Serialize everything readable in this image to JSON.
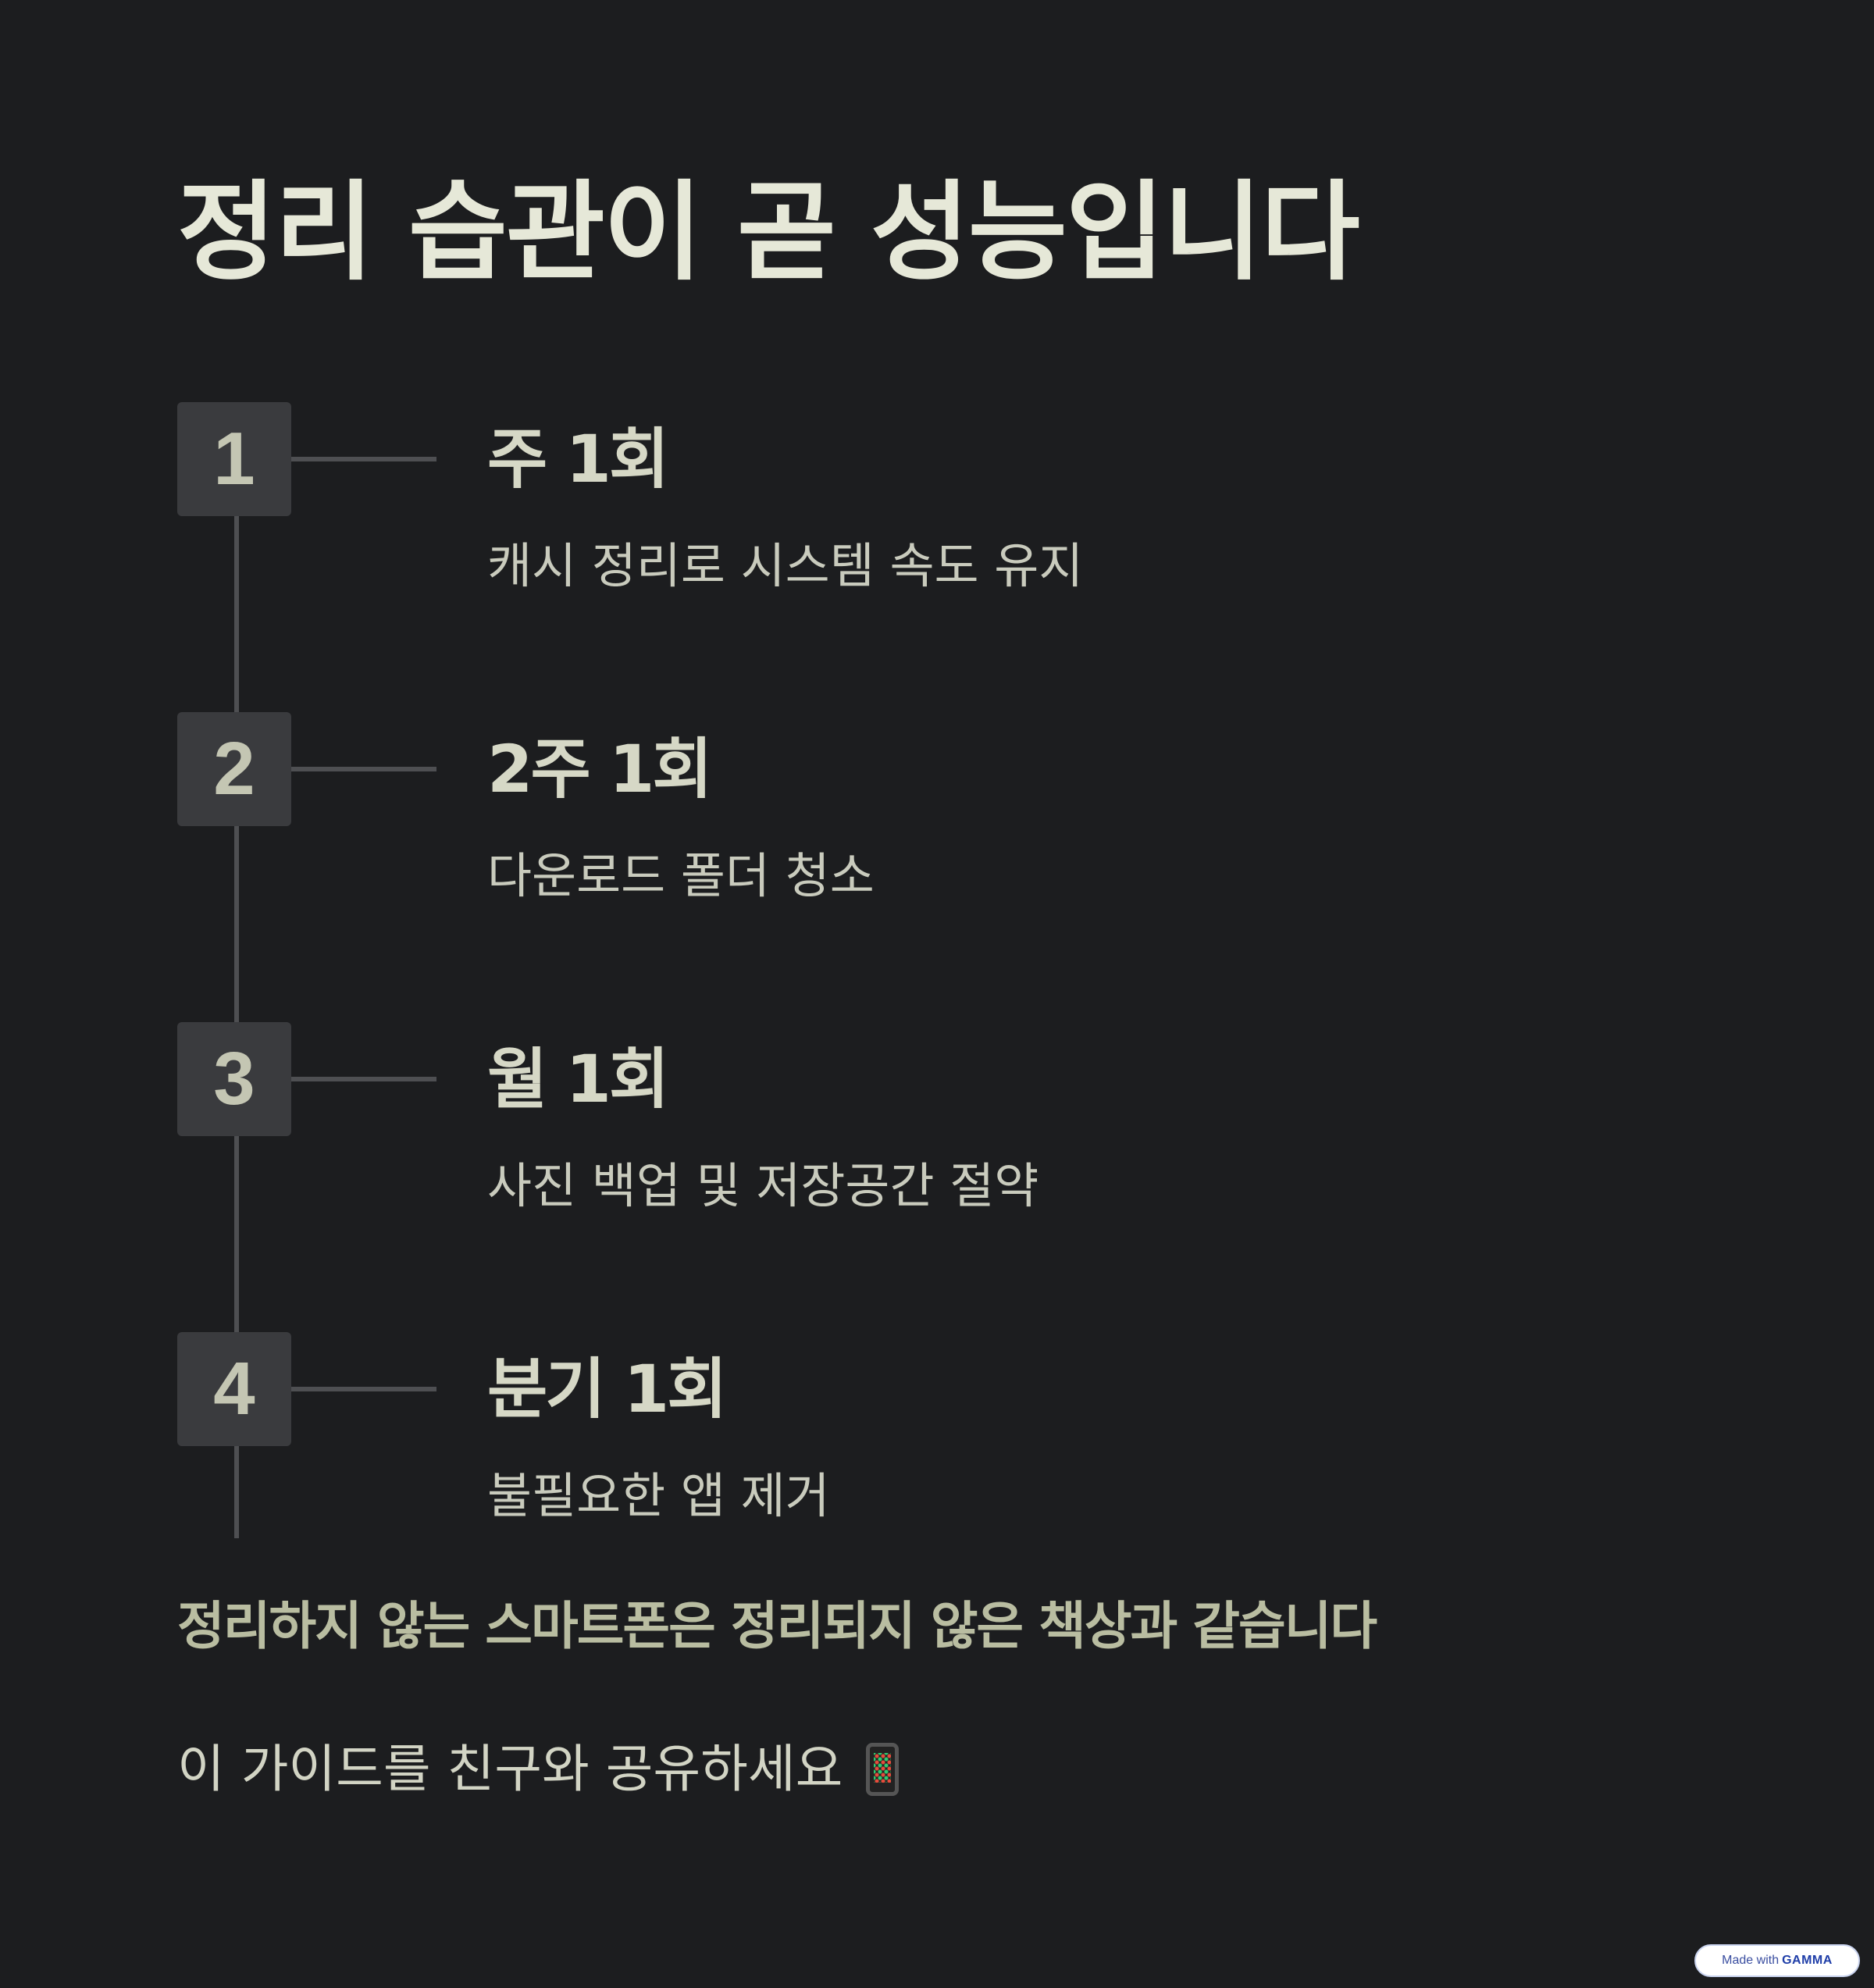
{
  "title": "정리 습관이 곧 성능입니다",
  "steps": [
    {
      "number": "1",
      "title": "주 1회",
      "description": "캐시 정리로 시스템 속도 유지"
    },
    {
      "number": "2",
      "title": "2주 1회",
      "description": "다운로드 폴더 청소"
    },
    {
      "number": "3",
      "title": "월 1회",
      "description": "사진 백업 및 저장공간 절약"
    },
    {
      "number": "4",
      "title": "분기 1회",
      "description": "불필요한 앱 제거"
    }
  ],
  "emphasis": "정리하지 않는 스마트폰은 정리되지 않은 책상과 같습니다",
  "share_text": "이 가이드를 친구와 공유하세요",
  "share_icon": "mobile-phone-icon",
  "badge": {
    "prefix": "Made with",
    "brand": "GAMMA"
  },
  "colors": {
    "background": "#1c1d1f",
    "title": "#e6e8d8",
    "emphasis": "#b9bda1",
    "number_box": "#3a3b3e",
    "timeline": "#4e4f52"
  }
}
